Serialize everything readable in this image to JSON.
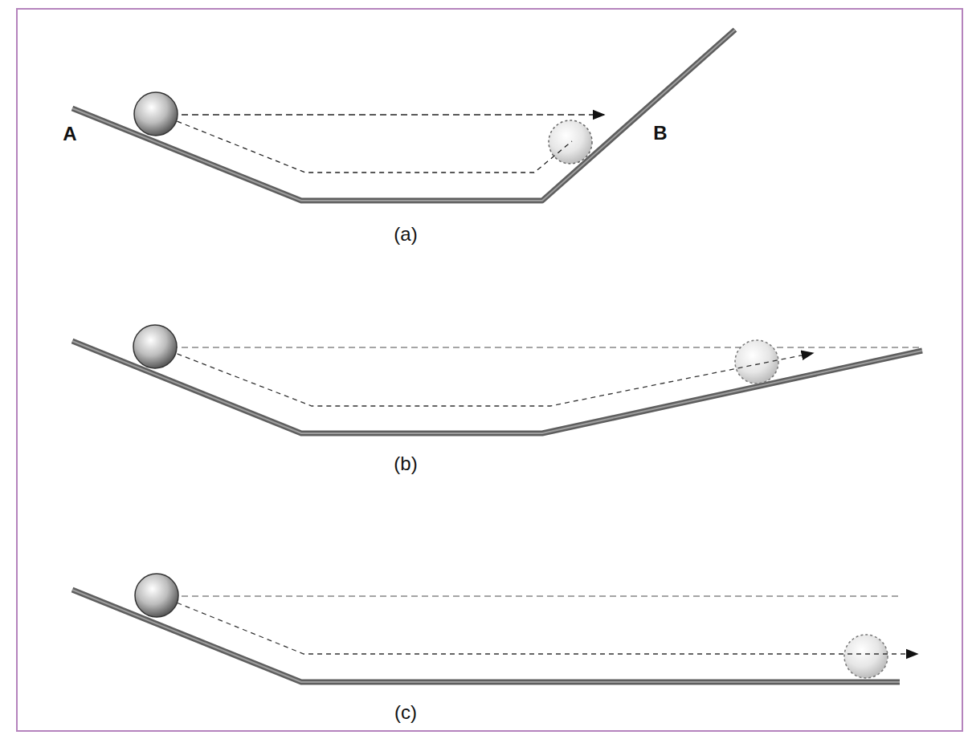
{
  "diagram": {
    "labels": [
      "A",
      "B",
      "(a)",
      "(b)",
      "(c)"
    ]
  }
}
